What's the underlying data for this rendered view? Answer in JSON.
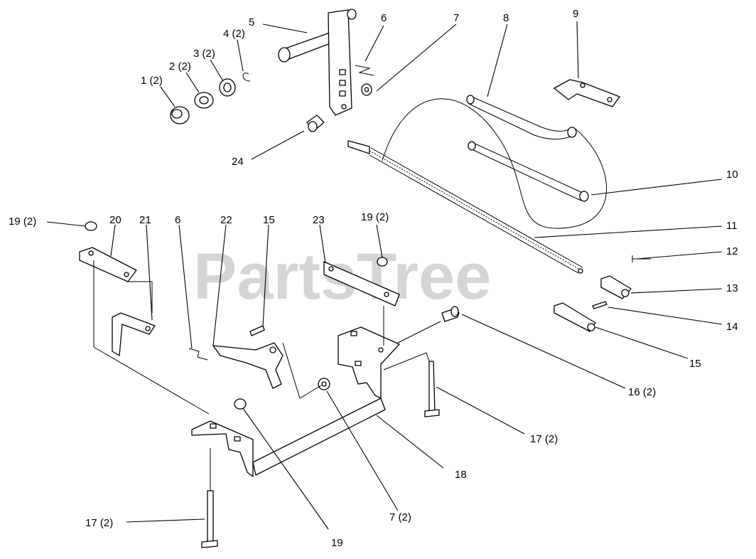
{
  "watermark": "PartsTree",
  "callouts": [
    {
      "id": "c5",
      "text": "5"
    },
    {
      "id": "c6top",
      "text": "6"
    },
    {
      "id": "c7top",
      "text": "7"
    },
    {
      "id": "c8",
      "text": "8"
    },
    {
      "id": "c9",
      "text": "9"
    },
    {
      "id": "c4",
      "text": "4 (2)"
    },
    {
      "id": "c3",
      "text": "3 (2)"
    },
    {
      "id": "c2",
      "text": "2 (2)"
    },
    {
      "id": "c1",
      "text": "1 (2)"
    },
    {
      "id": "c24",
      "text": "24"
    },
    {
      "id": "c10",
      "text": "10"
    },
    {
      "id": "c11",
      "text": "11"
    },
    {
      "id": "c12",
      "text": "12"
    },
    {
      "id": "c13",
      "text": "13"
    },
    {
      "id": "c14",
      "text": "14"
    },
    {
      "id": "c15right",
      "text": "15"
    },
    {
      "id": "c16",
      "text": "16 (2)"
    },
    {
      "id": "c17right",
      "text": "17 (2)"
    },
    {
      "id": "c18",
      "text": "18"
    },
    {
      "id": "c7bottom",
      "text": "7 (2)"
    },
    {
      "id": "c19bottom",
      "text": "19"
    },
    {
      "id": "c17left",
      "text": "17 (2)"
    },
    {
      "id": "c19left",
      "text": "19 (2)"
    },
    {
      "id": "c20",
      "text": "20"
    },
    {
      "id": "c21",
      "text": "21"
    },
    {
      "id": "c6mid",
      "text": "6"
    },
    {
      "id": "c22",
      "text": "22"
    },
    {
      "id": "c15mid",
      "text": "15"
    },
    {
      "id": "c23",
      "text": "23"
    },
    {
      "id": "c19mid",
      "text": "19 (2)"
    }
  ]
}
